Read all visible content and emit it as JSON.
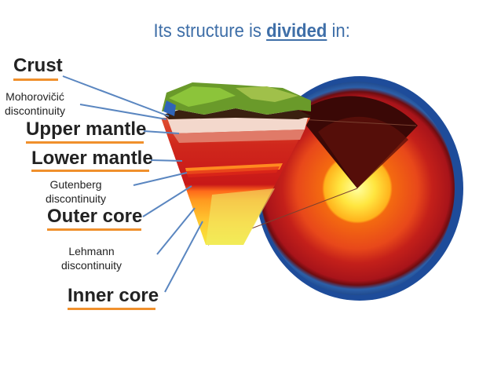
{
  "title": {
    "prefix": "Its structure is",
    "emphasis": "divided",
    "suffix": "in:"
  },
  "layers": {
    "crust": "Crust",
    "upper_mantle": "Upper mantle",
    "lower_mantle": "Lower mantle",
    "outer_core": "Outer core",
    "inner_core": "Inner core"
  },
  "discontinuities": {
    "mohorovicic": [
      "Mohorovičić",
      "discontinuity"
    ],
    "gutenberg": [
      "Gutenberg",
      "discontinuity"
    ],
    "lehmann": [
      "Lehmann",
      "discontinuity"
    ]
  },
  "colors": {
    "title": "#3f6fa8",
    "underline": "#f0902c",
    "leader_lines": "#5a86c0"
  }
}
